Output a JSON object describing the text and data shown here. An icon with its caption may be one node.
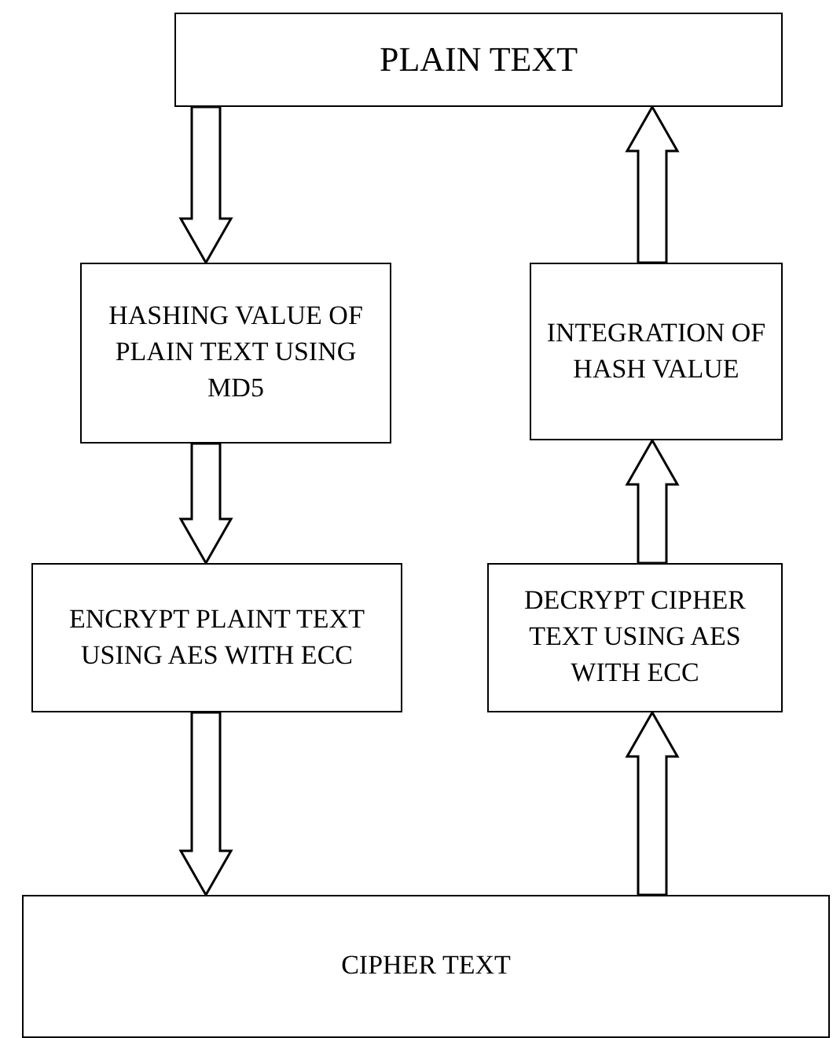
{
  "diagram": {
    "nodes": [
      {
        "text": [
          "PLAIN TEXT"
        ]
      },
      {
        "text": [
          "HASHING VALUE OF PLAIN TEXT USING MD5"
        ]
      },
      {
        "text": [
          "INTEGRATION OF HASH VALUE"
        ]
      },
      {
        "text": [
          "ENCRYPT PLAINT TEXT USING AES WITH ECC"
        ]
      },
      {
        "text": [
          "DECRYPT CIPHER TEXT USING AES WITH ECC"
        ]
      },
      {
        "text": [
          "CIPHER TEXT"
        ]
      }
    ],
    "edges": [
      {
        "from": 0,
        "to": 1,
        "arrow": "to"
      },
      {
        "from": 1,
        "to": 3,
        "arrow": "to"
      },
      {
        "from": 3,
        "to": 5,
        "arrow": "to"
      },
      {
        "from": 5,
        "to": 4,
        "arrow": "to"
      },
      {
        "from": 4,
        "to": 2,
        "arrow": "to"
      },
      {
        "from": 2,
        "to": 0,
        "arrow": "to"
      }
    ]
  }
}
